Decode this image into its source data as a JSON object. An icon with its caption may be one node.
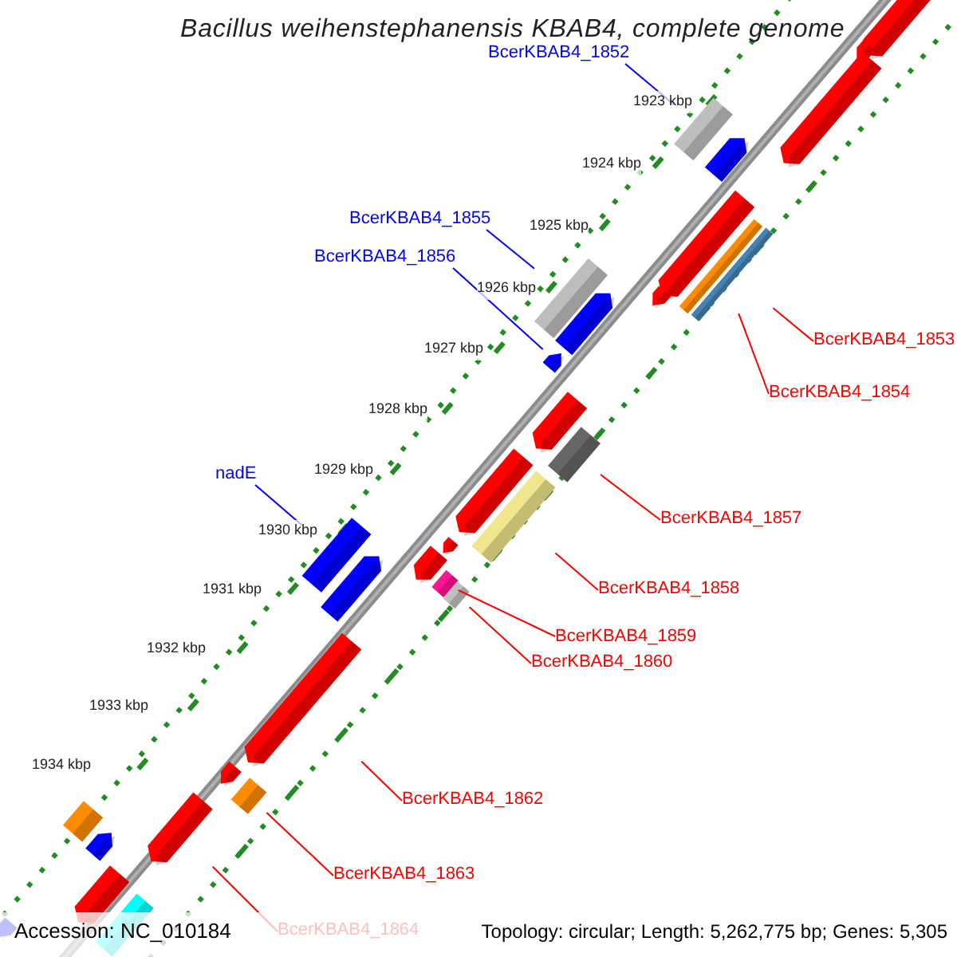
{
  "diagram": {
    "title": "Bacillus weihenstephanensis KBAB4, complete genome",
    "nodes": [
      {
        "text": [
          "BcerKBAB4_1852"
        ]
      },
      {
        "text": [],
        "shape": "box"
      },
      {
        "text": [
          "BcerKBAB4_1855"
        ]
      },
      {
        "text": [],
        "shape": "box"
      },
      {
        "text": [
          "BcerKBAB4_1856"
        ]
      },
      {
        "text": [],
        "shape": "pentagon"
      },
      {
        "text": [
          "BcerKBAB4_1853"
        ]
      },
      {
        "text": [],
        "shape": "box"
      },
      {
        "text": [
          "BcerKBAB4_1854"
        ]
      },
      {
        "text": [],
        "shape": "box"
      },
      {
        "text": [
          "BcerKBAB4_1857"
        ]
      },
      {
        "text": [],
        "shape": "box"
      },
      {
        "text": [
          "nadE"
        ]
      },
      {
        "text": [],
        "shape": "box"
      },
      {
        "text": [
          "BcerKBAB4_1858"
        ]
      },
      {
        "text": [],
        "shape": "box"
      },
      {
        "text": [
          "BcerKBAB4_1859"
        ]
      },
      {
        "text": [],
        "shape": "box"
      },
      {
        "text": [
          "BcerKBAB4_1860"
        ]
      },
      {
        "text": [],
        "shape": "box"
      },
      {
        "text": [
          "BcerKBAB4_1862"
        ]
      },
      {
        "text": [],
        "shape": "pentagon"
      },
      {
        "text": [
          "BcerKBAB4_1863"
        ]
      },
      {
        "text": [],
        "shape": "box"
      },
      {
        "text": [
          "BcerKBAB4_1864"
        ]
      },
      {
        "text": [],
        "shape": "pentagon"
      },
      {
        "text": [],
        "shape": "pentagon"
      },
      {
        "text": [],
        "shape": "pentagon"
      },
      {
        "text": [],
        "shape": "pentagon"
      },
      {
        "text": [],
        "shape": "box"
      },
      {
        "text": [],
        "shape": "pentagon"
      },
      {
        "text": [],
        "shape": "pentagon"
      },
      {
        "text": [],
        "shape": "pentagon"
      },
      {
        "text": [],
        "shape": "pentagon"
      },
      {
        "text": [],
        "shape": "pentagon"
      },
      {
        "text": [],
        "shape": "pentagon"
      },
      {
        "text": [],
        "shape": "pentagon"
      },
      {
        "text": [],
        "shape": "pentagon"
      },
      {
        "text": [],
        "shape": "pentagon"
      },
      {
        "text": [],
        "shape": "pentagon"
      },
      {
        "text": [],
        "shape": "pentagon"
      },
      {
        "text": [],
        "shape": "pentagon"
      },
      {
        "text": [],
        "shape": "pentagon"
      },
      {
        "text": [],
        "shape": "box"
      }
    ],
    "edges": [
      {
        "from": 0,
        "to": 1,
        "arrow": "none",
        "color": "#0000ff"
      },
      {
        "from": 2,
        "to": 3,
        "arrow": "none",
        "color": "#0000ff"
      },
      {
        "from": 4,
        "to": 5,
        "arrow": "none",
        "color": "#0000ff"
      },
      {
        "from": 6,
        "to": 7,
        "arrow": "none"
      },
      {
        "from": 8,
        "to": 9,
        "arrow": "none"
      },
      {
        "from": 10,
        "to": 11,
        "arrow": "none"
      },
      {
        "from": 12,
        "to": 13,
        "arrow": "none",
        "color": "#0000ff"
      },
      {
        "from": 14,
        "to": 15,
        "arrow": "none"
      },
      {
        "from": 16,
        "to": 17,
        "arrow": "none"
      },
      {
        "from": 18,
        "to": 19,
        "arrow": "none"
      },
      {
        "from": 20,
        "to": 21,
        "arrow": "none"
      },
      {
        "from": 22,
        "to": 23,
        "arrow": "none"
      },
      {
        "from": 24,
        "to": 25,
        "arrow": "none"
      }
    ],
    "labels": [
      "1923 kbp",
      "1924 kbp",
      "1925 kbp",
      "1926 kbp",
      "1927 kbp",
      "1928 kbp",
      "1929 kbp",
      "1930 kbp",
      "1931 kbp",
      "1932 kbp",
      "1933 kbp",
      "1934 kbp",
      "Accession: NC_010184",
      "Topology: circular; Length: 5,262,775 bp; Genes: 5,305"
    ]
  }
}
